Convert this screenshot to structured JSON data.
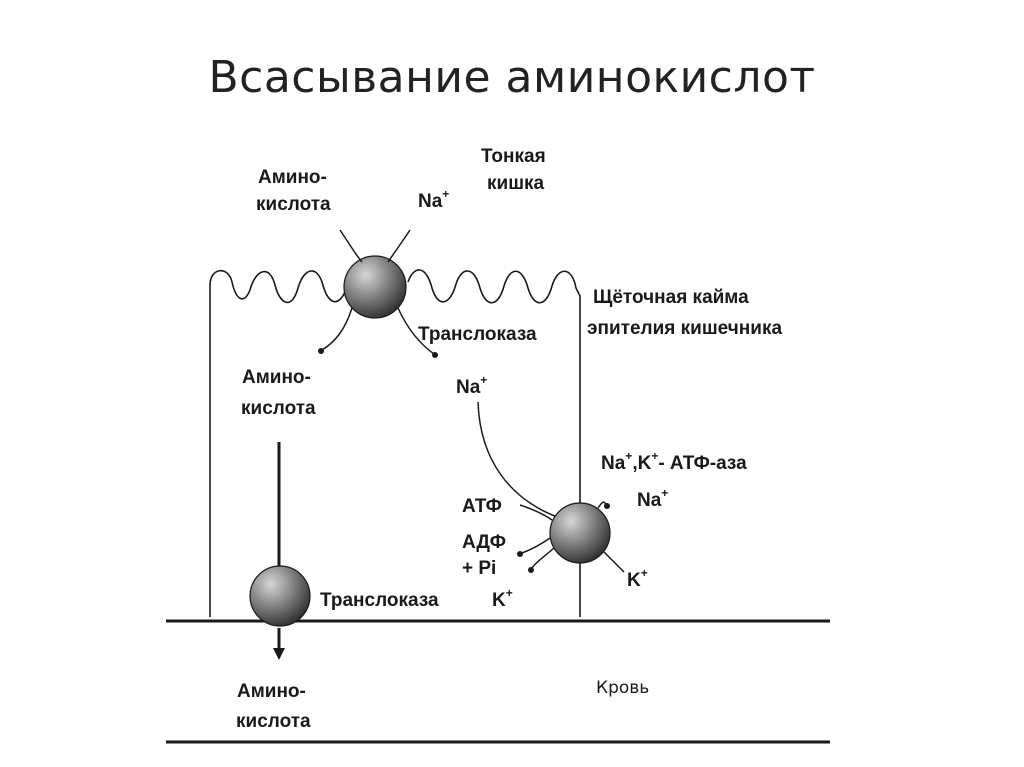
{
  "title": "Всасывание аминокислот",
  "labels": {
    "amino_top_1": "Амино-",
    "amino_top_2": "кислота",
    "na_top": "Na",
    "plus": "+",
    "intestine_1": "Тонкая",
    "intestine_2": "кишка",
    "brush_1": "Щёточная кайма",
    "brush_2": "эпителия кишечника",
    "translocase_top": "Транслоказа",
    "amino_mid_1": "Амино-",
    "amino_mid_2": "кислота",
    "na_mid": "Na",
    "atpase_na": "Na",
    "atpase_comma_k": ",K",
    "atpase_rest": "- АТФ-аза",
    "na_pump": "Na",
    "atp": "АТФ",
    "adp": "АДФ",
    "pi": "+ Pi",
    "k_pump": "K",
    "translocase_bottom": "Транслоказа",
    "k_bottom": "K",
    "amino_bottom_1": "Амино-",
    "amino_bottom_2": "кислота",
    "blood": "Кровь"
  },
  "colors": {
    "ink": "#1a1a1a",
    "sphere_light": "#c8c8c8",
    "sphere_dark": "#3a3a3a"
  }
}
